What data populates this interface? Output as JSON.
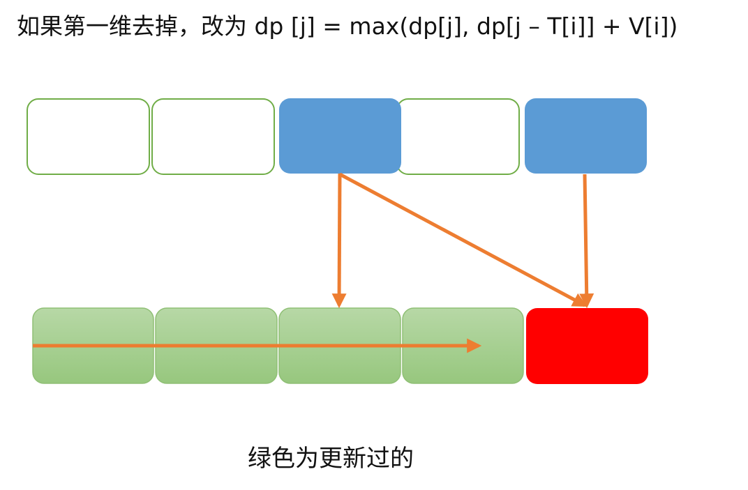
{
  "title": "如果第一维去掉，改为 dp [j] = max(dp[j], dp[j – T[i]] + V[i])",
  "caption": "绿色为更新过的",
  "colors": {
    "empty_fill": "#ffffff",
    "empty_stroke": "#70ad47",
    "source_fill": "#5b9bd5",
    "updated_fill_top": "#b7d8a6",
    "updated_fill_bottom": "#97c77e",
    "updated_stroke": "#8fbf75",
    "target_fill": "#ff0000",
    "arrow": "#ed7d31"
  },
  "top_row": [
    {
      "state": "empty"
    },
    {
      "state": "empty"
    },
    {
      "state": "source"
    },
    {
      "state": "empty"
    },
    {
      "state": "source"
    }
  ],
  "bottom_row": [
    {
      "state": "updated"
    },
    {
      "state": "updated"
    },
    {
      "state": "updated"
    },
    {
      "state": "updated"
    },
    {
      "state": "target"
    }
  ]
}
